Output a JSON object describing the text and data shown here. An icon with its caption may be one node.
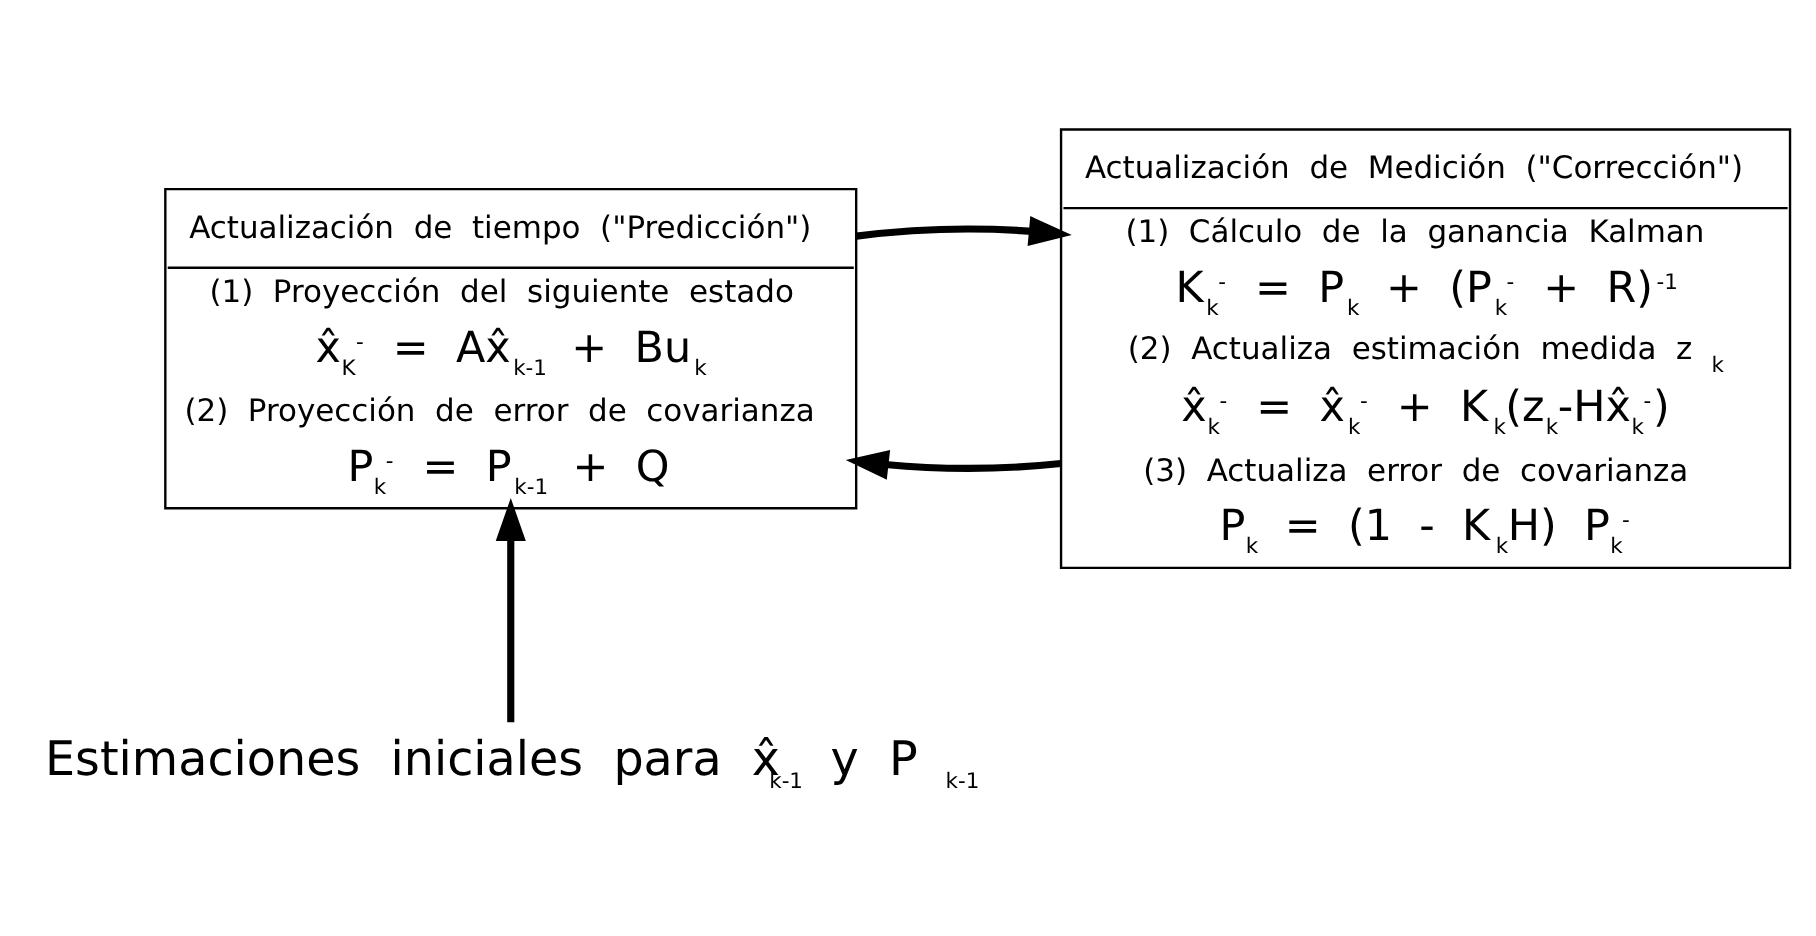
{
  "diagram": {
    "nodes": [
      {
        "text": [
          "Actualización de tiempo (\"Predicción\")",
          "(1) Proyección del siguiente estado",
          "x̂$_{K}$$^{-}$ = Ax̂$_{k-1}$ + Bu$_{k}$",
          "(2) Proyección de error de covarianza",
          "P$_{k}$$^{-}$ = P$_{k-1}$ + Q"
        ]
      },
      {
        "text": [
          "Actualización de Medición (\"Corrección\")",
          "(1) Cálculo de la ganancia Kalman",
          "K$_{k}$$^{-}$ = P$_{k}$ + (P$_{k}$$^{-}$ + R)$^{-1}$",
          "(2) Actualiza estimación medida z$_{k}$",
          "x̂$_{k}$$^{-}$ = x̂$_{k}$$^{-}$ + K$_{k}$(z$_{k}$-Hx̂$_{k}$$^{-}$)",
          "(3) Actualiza error de covarianza",
          "P$_{k}$ = (1 - K$_{k}$H) P$_{k}$$^{-}$"
        ]
      },
      {
        "text": [
          "Estimaciones iniciales para x̂$_{k-1}$ y P $_{k-1}$"
        ]
      }
    ],
    "edges": [
      {
        "from": 0,
        "to": 1,
        "arrow": "to"
      },
      {
        "from": 1,
        "to": 0,
        "arrow": "to"
      },
      {
        "from": 2,
        "to": 0,
        "arrow": "to"
      }
    ]
  }
}
